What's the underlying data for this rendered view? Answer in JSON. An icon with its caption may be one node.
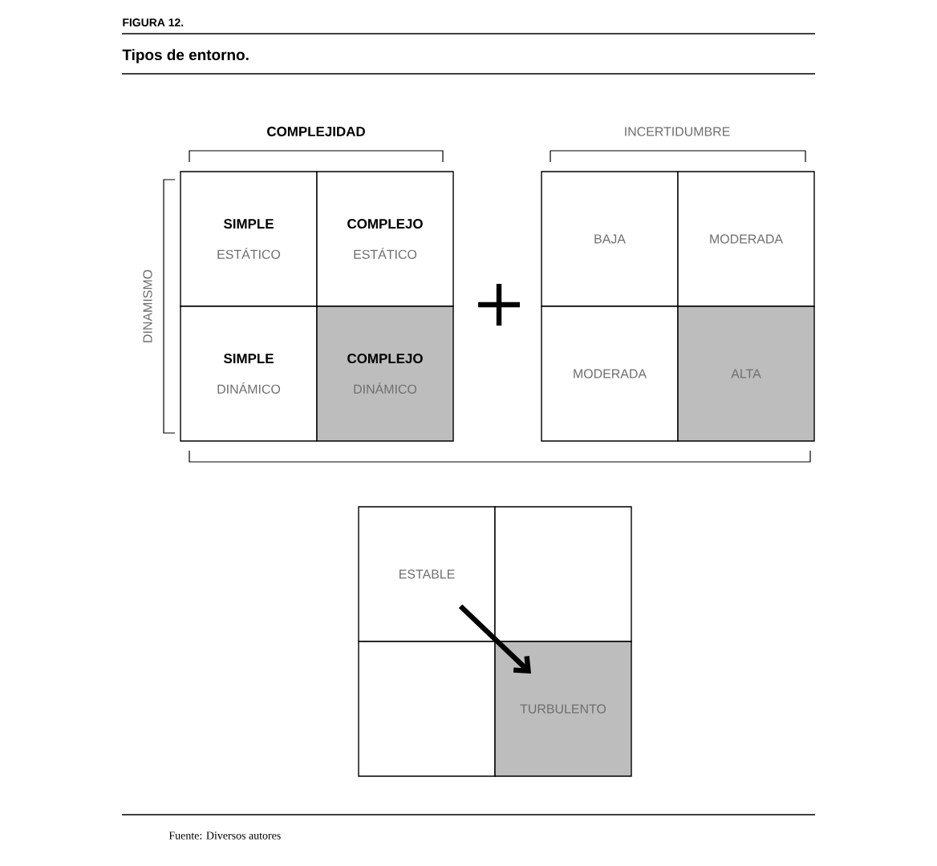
{
  "diagram": {
    "title": "Tipos de entorno.",
    "caption": "Fuente: Diversos autores",
    "nodes": [
      {
        "text": [
          "SIMPLE",
          "ESTÁTICO"
        ]
      },
      {
        "text": [
          "COMPLEJO",
          "ESTÁTICO"
        ]
      },
      {
        "text": [
          "SIMPLE",
          "DINÁMICO"
        ]
      },
      {
        "text": [
          "COMPLEJO",
          "DINÁMICO"
        ]
      },
      {
        "text": [
          "BAJA"
        ]
      },
      {
        "text": [
          "MODERADA"
        ]
      },
      {
        "text": [
          "MODERADA"
        ]
      },
      {
        "text": [
          "ALTA"
        ]
      },
      {
        "text": [
          "ESTABLE"
        ]
      },
      {
        "text": [],
        "shape": "box"
      },
      {
        "text": [],
        "shape": "box"
      },
      {
        "text": [
          "TURBULENTO"
        ]
      }
    ],
    "edges": [
      {
        "from": 8,
        "to": 11,
        "arrow": "to"
      }
    ],
    "labels": [
      "FIGURA 12.",
      "COMPLEJIDAD",
      "INCERTIDUMBRE",
      "DINAMISMO"
    ]
  }
}
